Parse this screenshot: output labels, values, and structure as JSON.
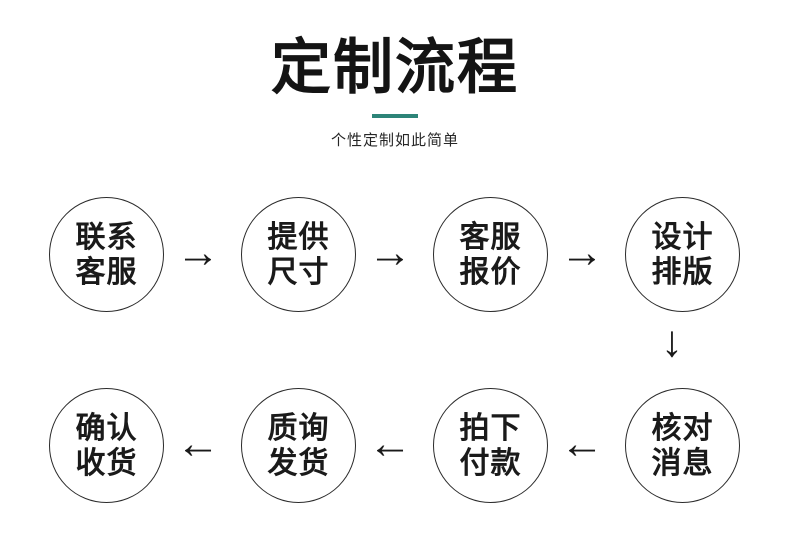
{
  "header": {
    "title": "定制流程",
    "subtitle": "个性定制如此简单",
    "divider_color": "#2d8478"
  },
  "colors": {
    "accent": "#2d8478",
    "text": "#1a1a1a",
    "circle_stroke": "#2b2b2b",
    "background": "#ffffff"
  },
  "flow": {
    "steps": [
      {
        "index": 1,
        "line1": "联系",
        "line2": "客服",
        "row": 1
      },
      {
        "index": 2,
        "line1": "提供",
        "line2": "尺寸",
        "row": 1
      },
      {
        "index": 3,
        "line1": "客服",
        "line2": "报价",
        "row": 1
      },
      {
        "index": 4,
        "line1": "设计",
        "line2": "排版",
        "row": 1
      },
      {
        "index": 5,
        "line1": "核对",
        "line2": "消息",
        "row": 2
      },
      {
        "index": 6,
        "line1": "拍下",
        "line2": "付款",
        "row": 2
      },
      {
        "index": 7,
        "line1": "质询",
        "line2": "发货",
        "row": 2
      },
      {
        "index": 8,
        "line1": "确认",
        "line2": "收货",
        "row": 2
      }
    ],
    "connectors": [
      {
        "id": "a1",
        "glyph": "→",
        "direction": "right",
        "from": 1,
        "to": 2
      },
      {
        "id": "a2",
        "glyph": "→",
        "direction": "right",
        "from": 2,
        "to": 3
      },
      {
        "id": "a3",
        "glyph": "→",
        "direction": "right",
        "from": 3,
        "to": 4
      },
      {
        "id": "a4",
        "glyph": "↓",
        "direction": "down",
        "from": 4,
        "to": 5
      },
      {
        "id": "a5",
        "glyph": "←",
        "direction": "left",
        "from": 5,
        "to": 6
      },
      {
        "id": "a6",
        "glyph": "←",
        "direction": "left",
        "from": 6,
        "to": 7
      },
      {
        "id": "a7",
        "glyph": "←",
        "direction": "left",
        "from": 7,
        "to": 8
      }
    ]
  }
}
